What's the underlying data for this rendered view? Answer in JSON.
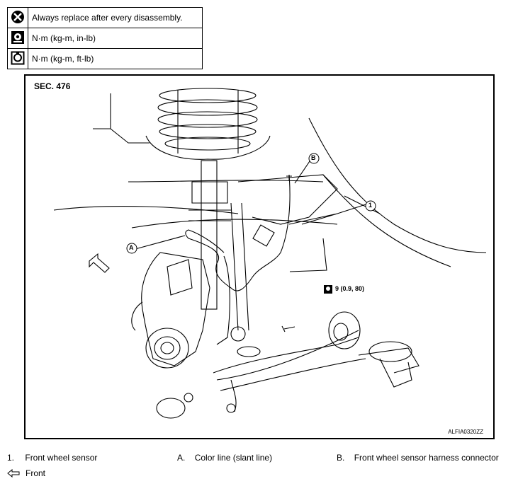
{
  "legend": [
    {
      "icon": "replace-icon",
      "text": "Always replace after every disassembly."
    },
    {
      "icon": "torque-in-lb-icon",
      "text": "N·m (kg-m, in-lb)"
    },
    {
      "icon": "torque-ft-lb-icon",
      "text": "N·m (kg-m, ft-lb)"
    }
  ],
  "figure": {
    "section": "SEC. 476",
    "figure_id": "ALFIA0320ZZ",
    "callout_1": "1",
    "callout_a": "A",
    "callout_b": "B",
    "torque": "9 (0.9, 80)"
  },
  "captions": {
    "item_1_num": "1.",
    "item_1_text": "Front wheel sensor",
    "item_a_num": "A.",
    "item_a_text": "Color line (slant line)",
    "item_b_num": "B.",
    "item_b_text": "Front wheel sensor harness connector",
    "front_label": "Front",
    "front_icon": "front-arrow-icon"
  }
}
